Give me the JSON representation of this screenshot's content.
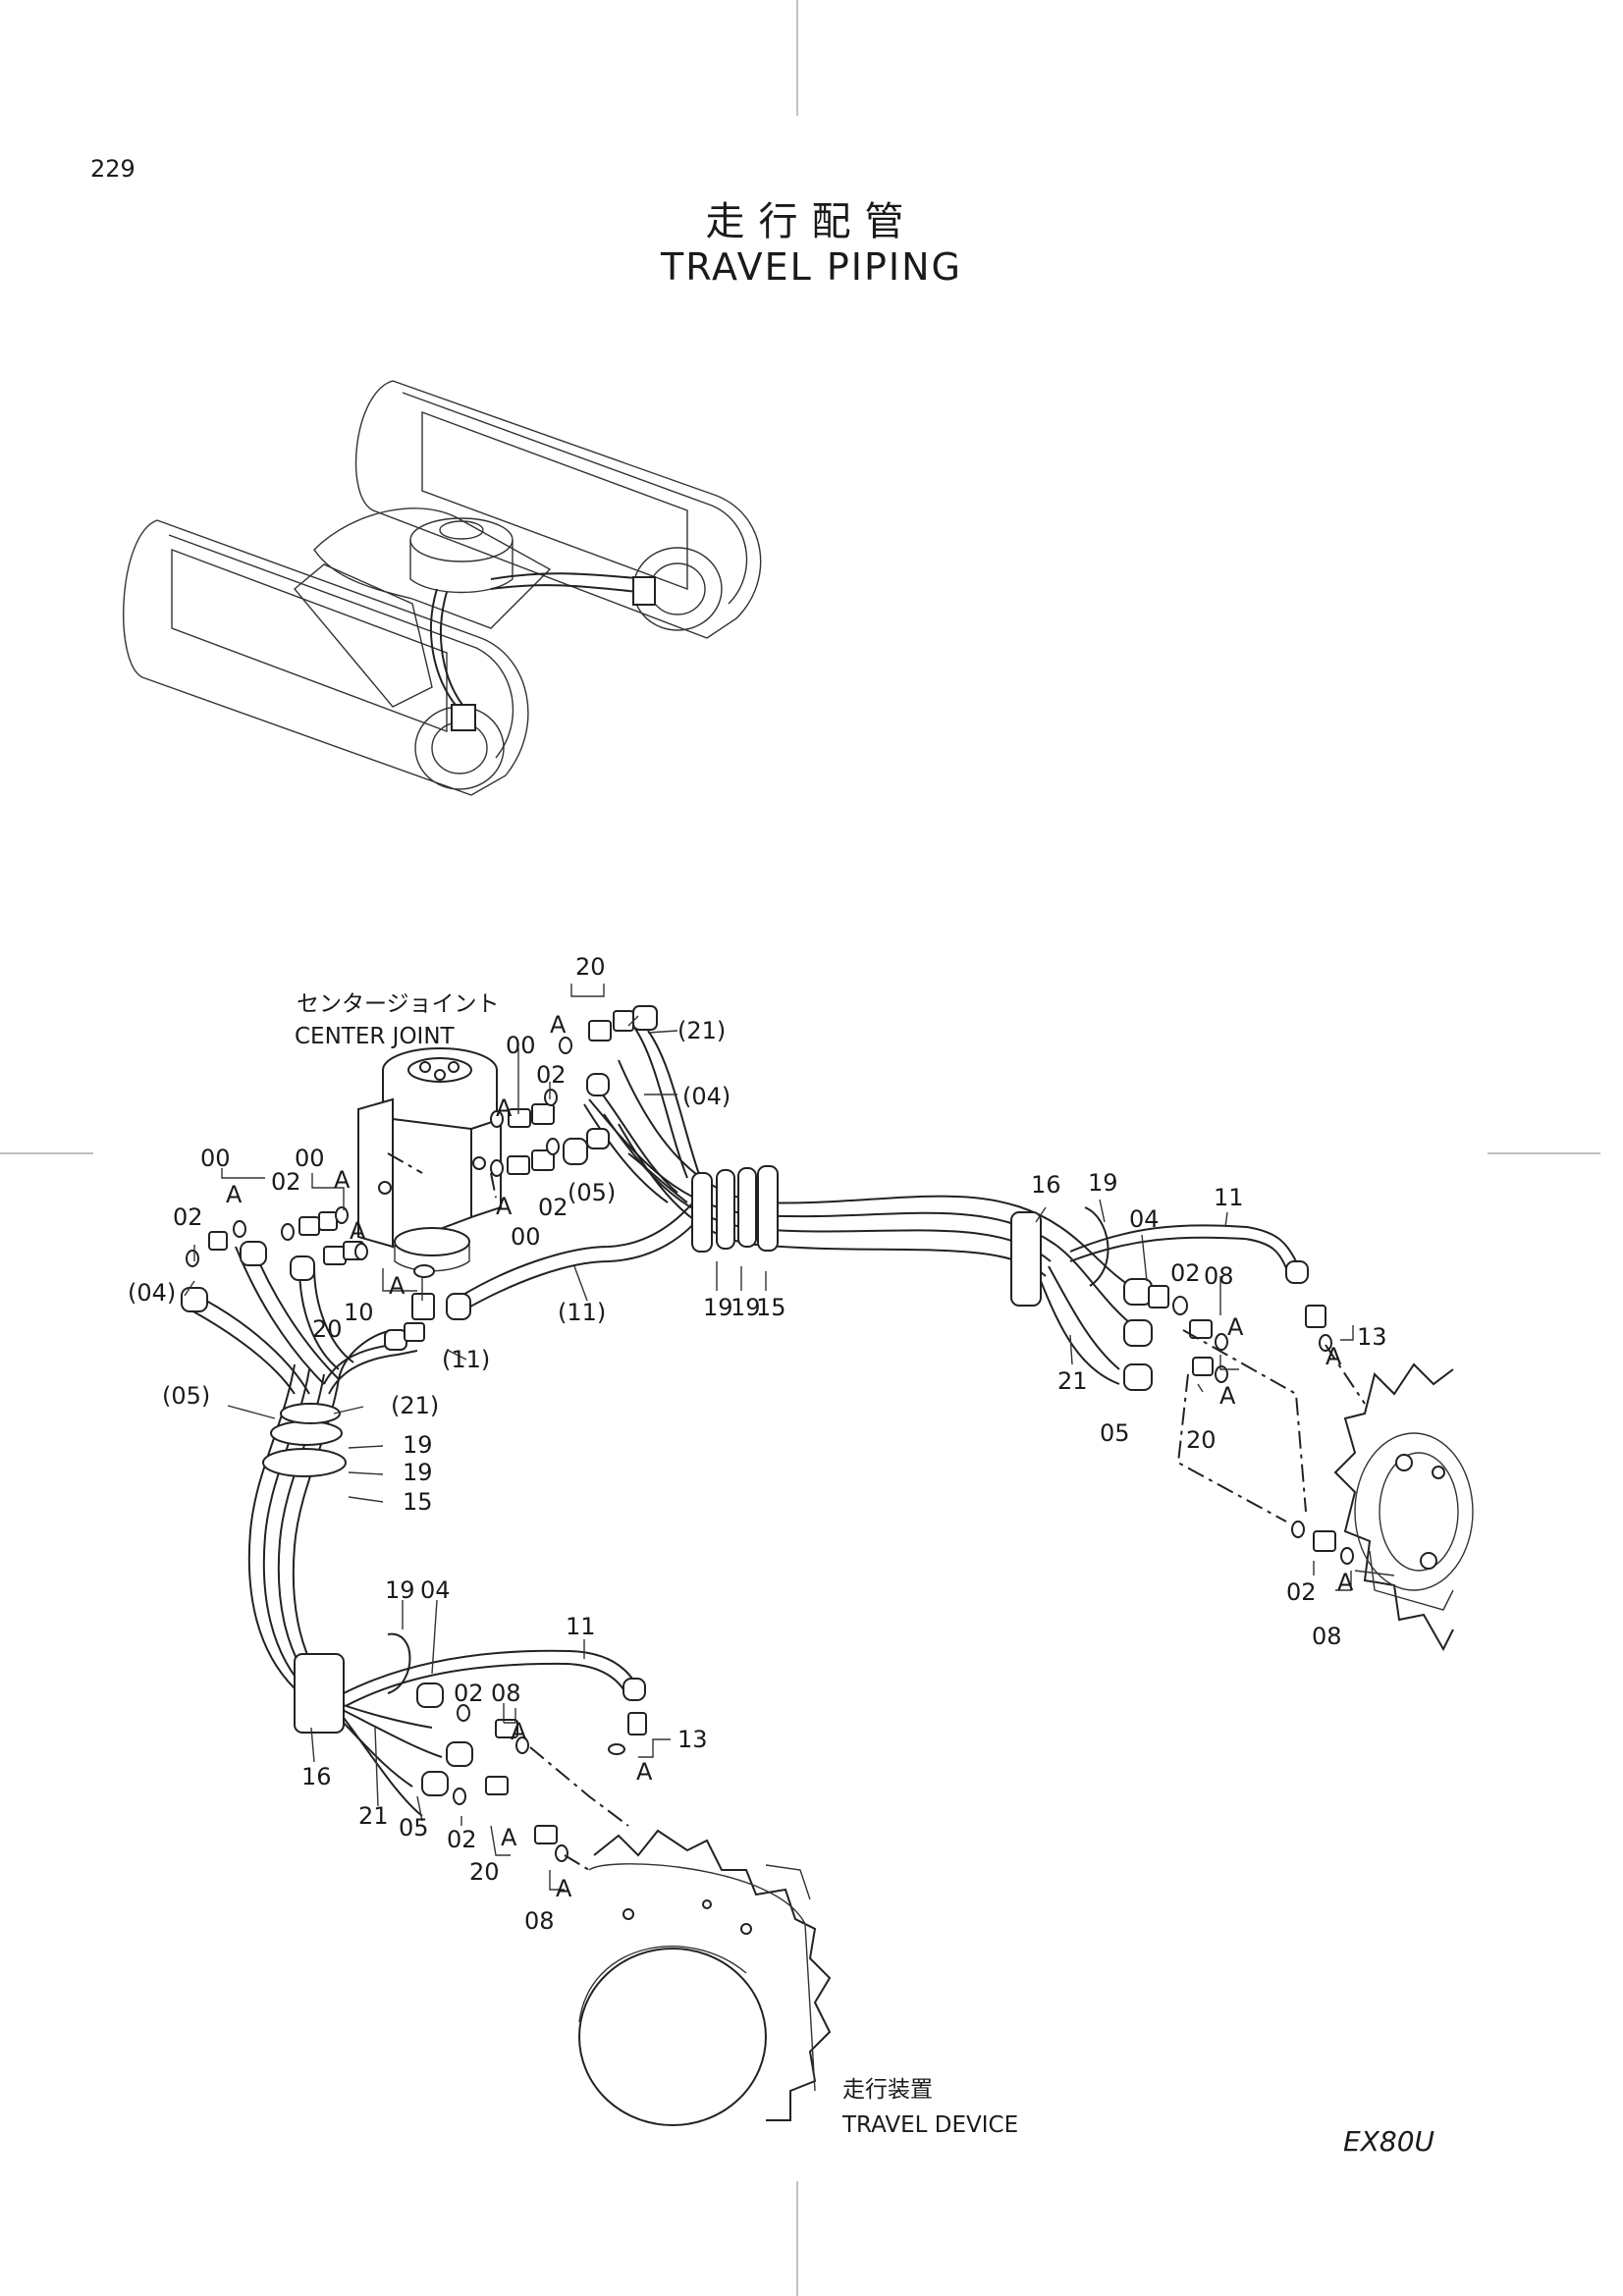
{
  "page_number": "229",
  "title_jp": "走行配管",
  "title_en": "TRAVEL PIPING",
  "model": "EX80U",
  "components": {
    "center_joint_jp": "センタージョイント",
    "center_joint_en": "CENTER JOINT",
    "travel_device_jp": "走行装置",
    "travel_device_en": "TRAVEL DEVICE"
  },
  "detail_marker": "A",
  "part_labels": {
    "p00": "00",
    "p02": "02",
    "p04": "04",
    "p04_paren": "(04)",
    "p05": "05",
    "p05_paren": "(05)",
    "p08": "08",
    "p10": "10",
    "p11": "11",
    "p11_paren": "(11)",
    "p13": "13",
    "p15": "15",
    "p16": "16",
    "p19": "19",
    "p20": "20",
    "p21": "21",
    "p21_paren": "(21)"
  }
}
